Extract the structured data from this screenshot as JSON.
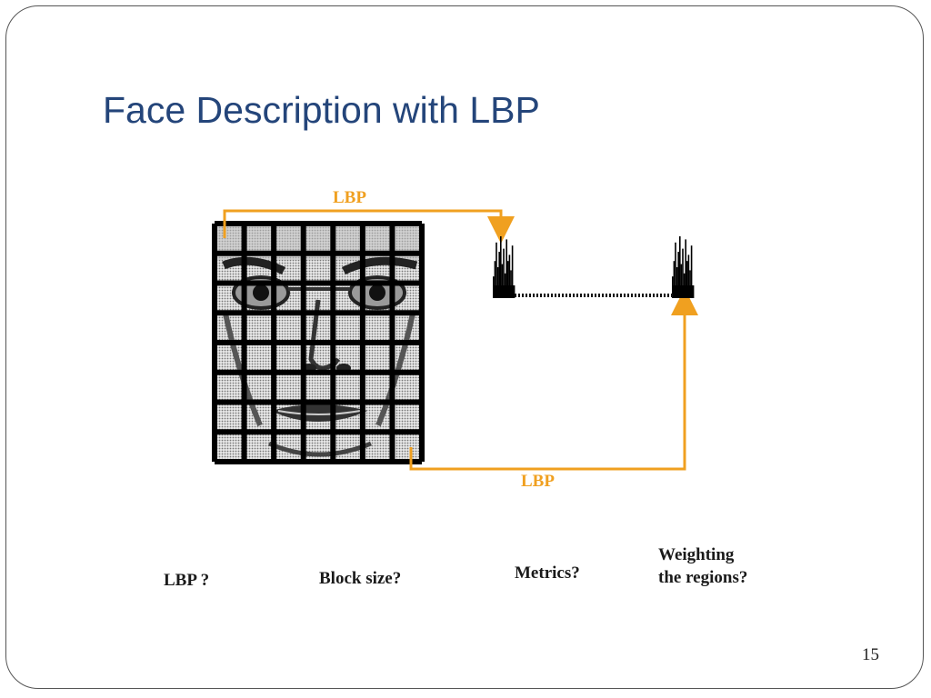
{
  "slide": {
    "title": "Face Description with LBP",
    "page_number": "15"
  },
  "diagram": {
    "top_arrow_label": "LBP",
    "bottom_arrow_label": "LBP",
    "arrow_color": "#f0a020",
    "grid": {
      "rows": 8,
      "cols": 7
    }
  },
  "questions": {
    "lbp": "LBP ?",
    "block_size": "Block size?",
    "metrics": "Metrics?",
    "weighting_line1": "Weighting",
    "weighting_line2": "the regions?"
  }
}
